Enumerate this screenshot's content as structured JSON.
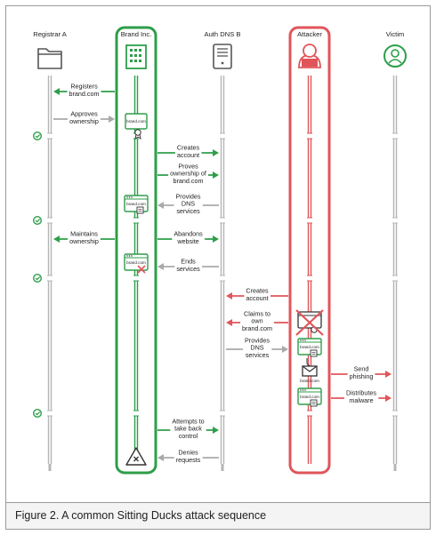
{
  "actors": [
    {
      "id": "registrar",
      "label": "Registrar A",
      "icon": "folder-icon"
    },
    {
      "id": "brand",
      "label": "Brand Inc.",
      "icon": "building-icon"
    },
    {
      "id": "dns",
      "label": "Auth DNS B",
      "icon": "server-icon"
    },
    {
      "id": "attacker",
      "label": "Attacker",
      "icon": "hacker-icon"
    },
    {
      "id": "victim",
      "label": "Victim",
      "icon": "person-icon"
    }
  ],
  "messages": [
    {
      "label": [
        "Registers",
        "brand.com"
      ],
      "color": "green"
    },
    {
      "label": [
        "Approves",
        "ownership"
      ],
      "color": "gray"
    },
    {
      "label": [
        "Creates",
        "account"
      ],
      "color": "green"
    },
    {
      "label": [
        "Proves",
        "ownership of",
        "brand.com"
      ],
      "color": "green"
    },
    {
      "label": [
        "Provides",
        "DNS",
        "services"
      ],
      "color": "gray"
    },
    {
      "label": [
        "Maintains",
        "ownership"
      ],
      "color": "green"
    },
    {
      "label": [
        "Abandons",
        "website"
      ],
      "color": "green"
    },
    {
      "label": [
        "Ends",
        "services"
      ],
      "color": "gray"
    },
    {
      "label": [
        "Creates",
        "account"
      ],
      "color": "red"
    },
    {
      "label": [
        "Claims to",
        "own",
        "brand.com"
      ],
      "color": "red"
    },
    {
      "label": [
        "Provides",
        "DNS",
        "services"
      ],
      "color": "gray"
    },
    {
      "label": [
        "Send",
        "phishing"
      ],
      "color": "red"
    },
    {
      "label": [
        "Distributes",
        "malware"
      ],
      "color": "red"
    },
    {
      "label": [
        "Attempts to",
        "take back",
        "control"
      ],
      "color": "green"
    },
    {
      "label": [
        "Denies",
        "requests"
      ],
      "color": "gray"
    }
  ],
  "icon_text": "brand.com",
  "time_marker_icon": "clock-check-icon",
  "colors": {
    "green": "#2e9e4a",
    "red": "#e0555a",
    "gray": "#a9a9a9",
    "text": "#222222"
  },
  "caption": "Figure 2. A common Sitting Ducks attack sequence"
}
